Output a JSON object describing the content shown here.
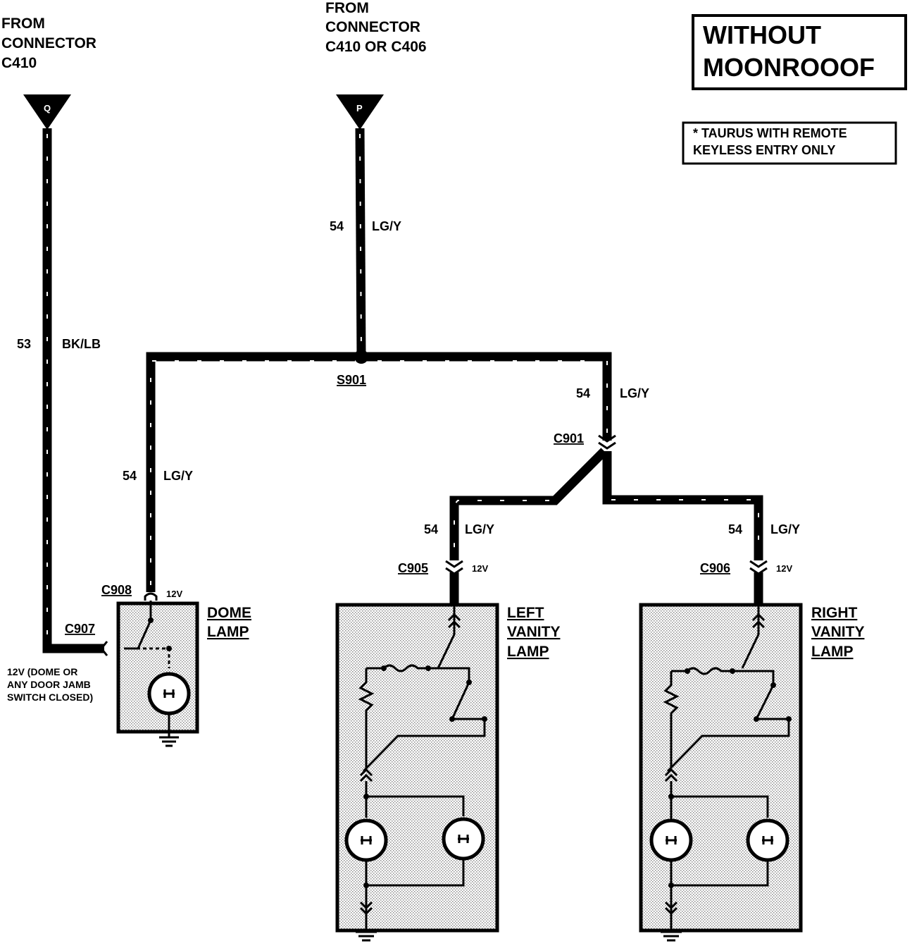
{
  "title": {
    "line1": "WITHOUT",
    "line2": "MOONROOOF"
  },
  "note": {
    "line1": "* TAURUS WITH REMOTE",
    "line2": "KEYLESS ENTRY ONLY"
  },
  "sources": {
    "left": {
      "line1": "FROM",
      "line2": "CONNECTOR",
      "line3": "C410",
      "pin": "Q"
    },
    "center": {
      "line1": "FROM",
      "line2": "CONNECTOR",
      "line3": "C410 OR C406",
      "pin": "P"
    }
  },
  "wires": {
    "w53": {
      "circuit": "53",
      "color": "BK/LB"
    },
    "w54_top": {
      "circuit": "54",
      "color": "LG/Y"
    },
    "w54_dome": {
      "circuit": "54",
      "color": "LG/Y"
    },
    "w54_right_drop": {
      "circuit": "54",
      "color": "LG/Y"
    },
    "w54_left_vanity": {
      "circuit": "54",
      "color": "LG/Y"
    },
    "w54_right_vanity": {
      "circuit": "54",
      "color": "LG/Y"
    }
  },
  "splice": "S901",
  "connectors": {
    "c901": "C901",
    "c905": "C905",
    "c906": "C906",
    "c908": "C908",
    "c907": "C907"
  },
  "voltages": {
    "dome": "12V",
    "left_vanity": "12V",
    "right_vanity": "12V"
  },
  "components": {
    "dome": {
      "line1": "DOME",
      "line2": "LAMP"
    },
    "left_vanity": {
      "line1": "LEFT",
      "line2": "VANITY",
      "line3": "LAMP"
    },
    "right_vanity": {
      "line1": "RIGHT",
      "line2": "VANITY",
      "line3": "LAMP"
    }
  },
  "dome_note": {
    "line1": "12V (DOME OR",
    "line2": "ANY DOOR  JAMB",
    "line3": "SWITCH   CLOSED)"
  }
}
